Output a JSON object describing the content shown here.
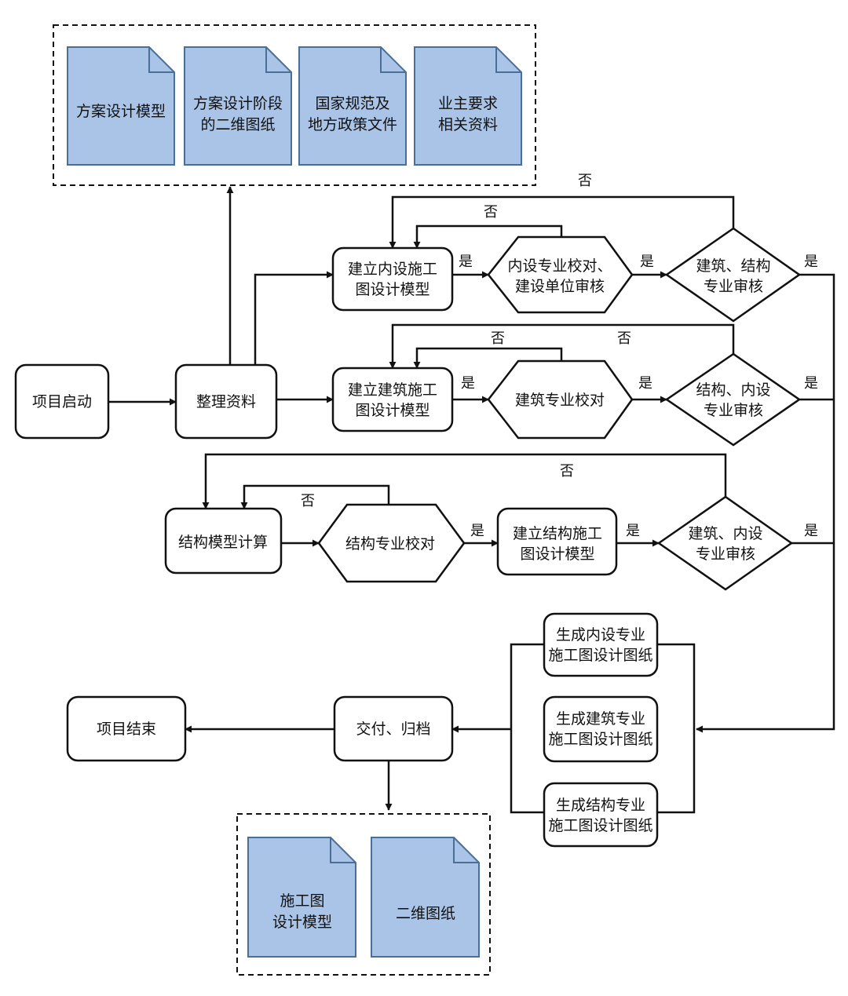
{
  "colors": {
    "doc_fill": "#a9c4e6",
    "doc_stroke": "#4a6f96",
    "line": "#111111",
    "background": "#ffffff"
  },
  "inputs": {
    "doc1": [
      "方案设计模型"
    ],
    "doc2": [
      "方案设计阶段",
      "的二维图纸"
    ],
    "doc3": [
      "国家规范及",
      "地方政策文件"
    ],
    "doc4": [
      "业主要求",
      "相关资料"
    ]
  },
  "nodes": {
    "start": [
      "项目启动"
    ],
    "organize": [
      "整理资料"
    ],
    "interior_model": [
      "建立内设施工",
      "图设计模型"
    ],
    "interior_check": [
      "内设专业校对、",
      "建设单位审核"
    ],
    "interior_review": [
      "建筑、结构",
      "专业审核"
    ],
    "arch_model": [
      "建立建筑施工",
      "图设计模型"
    ],
    "arch_check": [
      "建筑专业校对"
    ],
    "arch_review": [
      "结构、内设",
      "专业审核"
    ],
    "struct_calc": [
      "结构模型计算"
    ],
    "struct_check": [
      "结构专业校对"
    ],
    "struct_model": [
      "建立结构施工",
      "图设计模型"
    ],
    "struct_review": [
      "建筑、内设",
      "专业审核"
    ],
    "gen_interior": [
      "生成内设专业",
      "施工图设计图纸"
    ],
    "gen_arch": [
      "生成建筑专业",
      "施工图设计图纸"
    ],
    "gen_struct": [
      "生成结构专业",
      "施工图设计图纸"
    ],
    "deliver": [
      "交付、归档"
    ],
    "end": [
      "项目结束"
    ]
  },
  "outputs": {
    "doc1": [
      "施工图",
      "设计模型"
    ],
    "doc2": [
      "二维图纸"
    ]
  },
  "edge_labels": {
    "yes": "是",
    "no": "否"
  }
}
